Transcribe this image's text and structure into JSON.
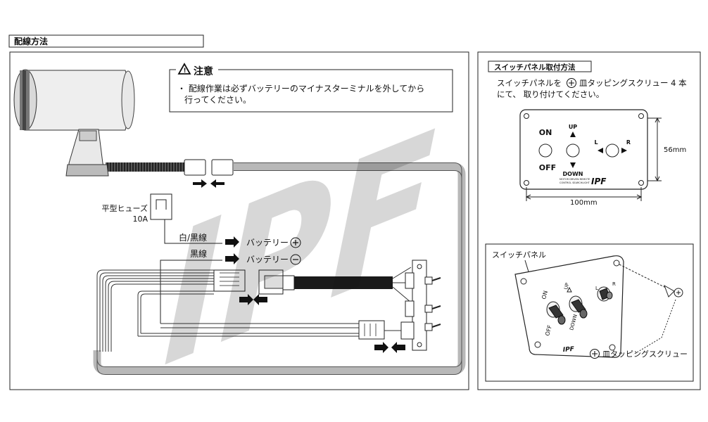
{
  "section_title": "配線方法",
  "caution": {
    "title": "注意",
    "text_line1": "・ 配線作業は必ずバッテリーのマイナスターミナルを外してから",
    "text_line2": "行ってください。"
  },
  "wiring": {
    "fuse_label": "平型ヒューズ",
    "fuse_rating": "10A",
    "white_black_wire": "白/黒線",
    "black_wire": "黒線",
    "battery_plus": "バッテリー",
    "battery_minus": "バッテリー"
  },
  "mount": {
    "title": "スイッチパネル取付方法",
    "desc_line1_a": "スイッチパネルを",
    "desc_line1_b": "皿タッピングスクリュー 4 本",
    "desc_line2": "にて、 取り付けてください。",
    "panel": {
      "on": "ON",
      "off": "OFF",
      "up": "UP",
      "down": "DOWN",
      "left": "L",
      "right": "R",
      "brand_small_1": "MOTOR DRIVEN REMOTE",
      "brand_small_2": "CONTROL SEARCHLIGHT",
      "brand_logo": "IPF"
    },
    "dim_height": "56mm",
    "dim_width": "100mm"
  },
  "iso": {
    "label": "スイッチパネル",
    "screw_label": "皿タッピングスクリュー",
    "on": "ON",
    "off": "OFF",
    "up": "UP",
    "down": "DOWN",
    "left": "L",
    "right": "R",
    "brand_logo": "IPF"
  },
  "watermark": "IPF"
}
